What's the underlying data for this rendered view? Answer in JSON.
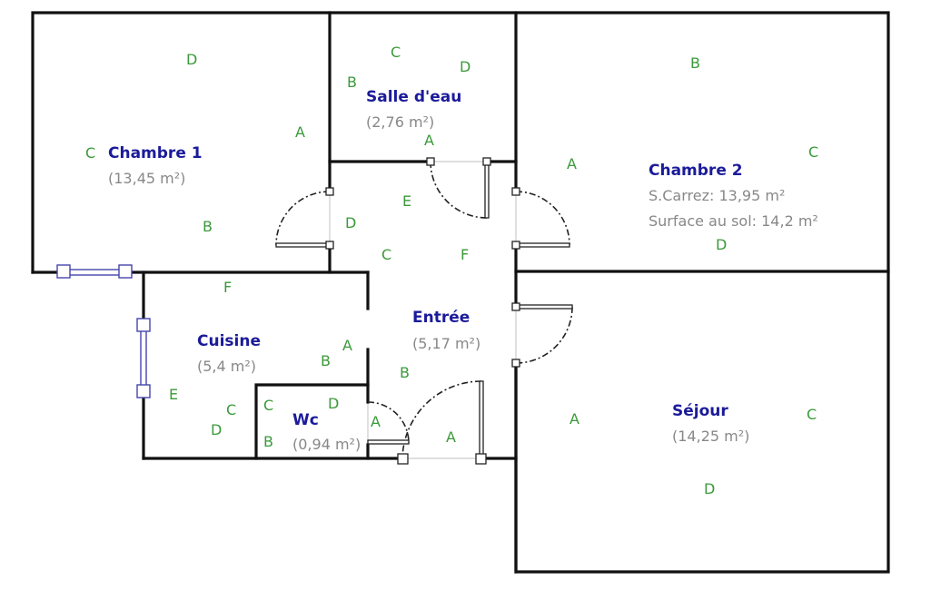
{
  "rooms": [
    {
      "name": "Chambre 1",
      "area": "(13,45 m²)"
    },
    {
      "name": "Salle d'eau",
      "area": "(2,76 m²)"
    },
    {
      "name": "Chambre 2",
      "area": "S.Carrez: 13,95 m²",
      "area2": "Surface au sol: 14,2 m²"
    },
    {
      "name": "Cuisine",
      "area": "(5,4 m²)"
    },
    {
      "name": "Entrée",
      "area": "(5,17 m²)"
    },
    {
      "name": "Wc",
      "area": "(0,94 m²)"
    },
    {
      "name": "Séjour",
      "area": "(14,25 m²)"
    }
  ],
  "wall_markers": [
    "D",
    "C",
    "A",
    "B",
    "C",
    "D",
    "B",
    "A",
    "E",
    "D",
    "C",
    "F",
    "A",
    "B",
    "C",
    "D",
    "F",
    "A",
    "B",
    "E",
    "C",
    "D",
    "D",
    "C",
    "A",
    "B",
    "B",
    "A",
    "A",
    "C",
    "D"
  ],
  "colors": {
    "room_name": "#1b1b9a",
    "area": "#888888",
    "marker": "#3a9a3a",
    "window": "#4444aa"
  }
}
